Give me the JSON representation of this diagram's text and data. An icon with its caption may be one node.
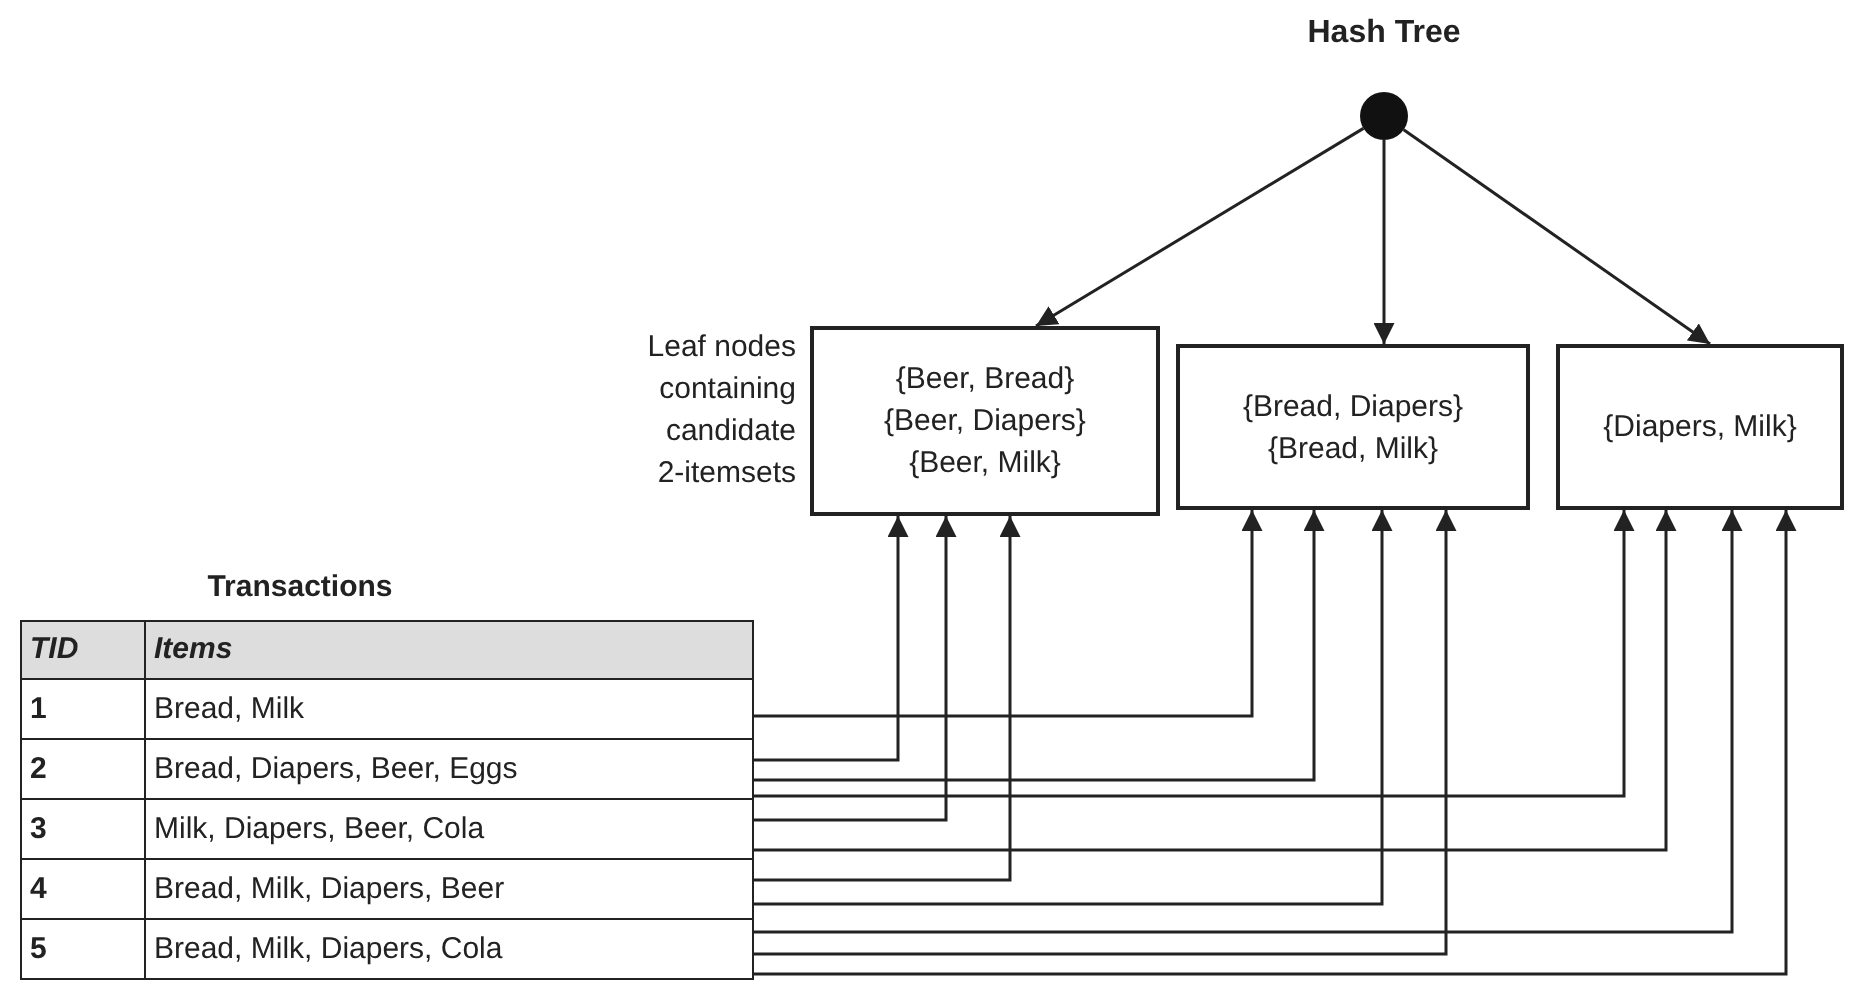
{
  "diagram": {
    "title": "Hash Tree",
    "nodes": [
      {
        "text": [],
        "shape": "circle"
      },
      {
        "text": [
          "{Beer, Bread}",
          "{Beer, Diapers}",
          "{Beer, Milk}"
        ]
      },
      {
        "text": [
          "{Bread, Diapers}",
          "{Bread, Milk}"
        ]
      },
      {
        "text": [
          "{Diapers, Milk}"
        ]
      },
      {
        "text": [
          "1",
          "Bread, Milk"
        ]
      },
      {
        "text": [
          "2",
          "Bread, Diapers, Beer, Eggs"
        ]
      },
      {
        "text": [
          "3",
          "Milk, Diapers, Beer, Cola"
        ]
      },
      {
        "text": [
          "4",
          "Bread, Milk, Diapers, Beer"
        ]
      },
      {
        "text": [
          "5",
          "Bread, Milk, Diapers, Cola"
        ]
      }
    ],
    "edges": [
      {
        "from": 0,
        "to": 1,
        "arrow": "to"
      },
      {
        "from": 0,
        "to": 2,
        "arrow": "to"
      },
      {
        "from": 0,
        "to": 3,
        "arrow": "to"
      },
      {
        "from": 4,
        "to": 2,
        "arrow": "to"
      },
      {
        "from": 5,
        "to": 1,
        "arrow": "to"
      },
      {
        "from": 5,
        "to": 2,
        "arrow": "to"
      },
      {
        "from": 5,
        "to": 3,
        "arrow": "to"
      },
      {
        "from": 6,
        "to": 1,
        "arrow": "to"
      },
      {
        "from": 6,
        "to": 3,
        "arrow": "to"
      },
      {
        "from": 7,
        "to": 1,
        "arrow": "to"
      },
      {
        "from": 7,
        "to": 2,
        "arrow": "to"
      },
      {
        "from": 8,
        "to": 3,
        "arrow": "to"
      },
      {
        "from": 8,
        "to": 2,
        "arrow": "to"
      },
      {
        "from": 8,
        "to": 3,
        "arrow": "to"
      }
    ],
    "labels": [
      "Leaf nodes containing candidate 2-itemsets",
      "Transactions",
      "TID",
      "Items"
    ]
  }
}
